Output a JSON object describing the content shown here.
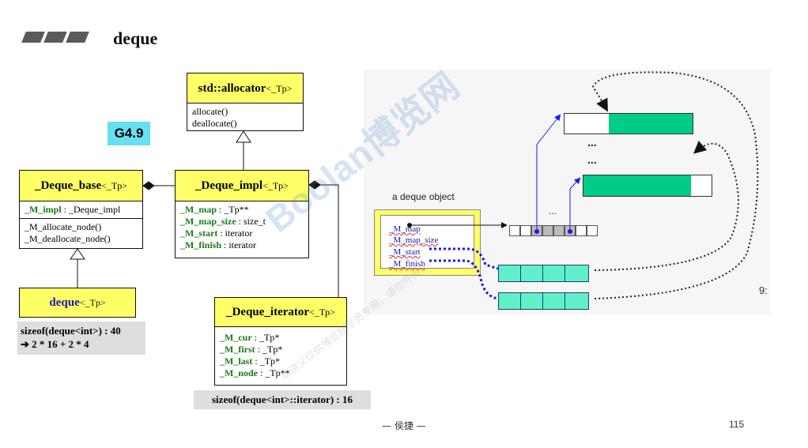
{
  "slide": {
    "title": "deque",
    "version_badge": "G4.9",
    "footer": "— 侯捷 —",
    "page_number": "115"
  },
  "allocator": {
    "name": "std::allocator",
    "tparam": "<_Tp>",
    "methods": [
      "allocate()",
      "deallocate()"
    ]
  },
  "deque_base": {
    "name": "_Deque_base",
    "tparam": "<_Tp>",
    "field_name": "_M_impl",
    "field_type": " : _Deque_impl",
    "methods": [
      "_M_allocate_node()",
      "_M_deallocate_node()"
    ]
  },
  "deque_impl": {
    "name": "_Deque_impl",
    "tparam": "<_Tp>",
    "fields": [
      {
        "name": "_M_map",
        "type": " : _Tp**"
      },
      {
        "name": "_M_map_size",
        "type": " : size_t"
      },
      {
        "name": "_M_start",
        "type": " : iterator"
      },
      {
        "name": "_M_finish",
        "type": " : iterator"
      }
    ]
  },
  "deque": {
    "name": "deque",
    "tparam": "<_Tp>",
    "size_note_line1": "sizeof(deque<int>) : 40",
    "size_note_line2": "➔ 2 * 16 + 2 * 4"
  },
  "deque_iterator": {
    "name": "_Deque_iterator",
    "tparam": "<_Tp>",
    "fields": [
      {
        "name": "_M_cur",
        "type": " : _Tp*"
      },
      {
        "name": "_M_first",
        "type": " : _Tp*"
      },
      {
        "name": "_M_last",
        "type": " : _Tp*"
      },
      {
        "name": "_M_node",
        "type": " : _Tp**"
      }
    ],
    "size_note": "sizeof(deque<int>::iterator) : 16"
  },
  "picture": {
    "caption": "a deque object",
    "fields": [
      "_M_map",
      "_M_map_size",
      "_M_start",
      "_M_finish"
    ],
    "ellipsis": "...",
    "vellipsis": [
      "...",
      "..."
    ],
    "cut_text": "9:"
  },
  "watermark": {
    "brand": "Boolan博览网",
    "notice": "本讲义仅供博览网学员专用，请勿外传"
  },
  "colors": {
    "class_header": "#ffff66",
    "field_green": "#1a7a1a",
    "buffer_fill": "#00cc88",
    "badge_cyan": "#66e0f0",
    "pointer_blue": "#1a1aee"
  }
}
